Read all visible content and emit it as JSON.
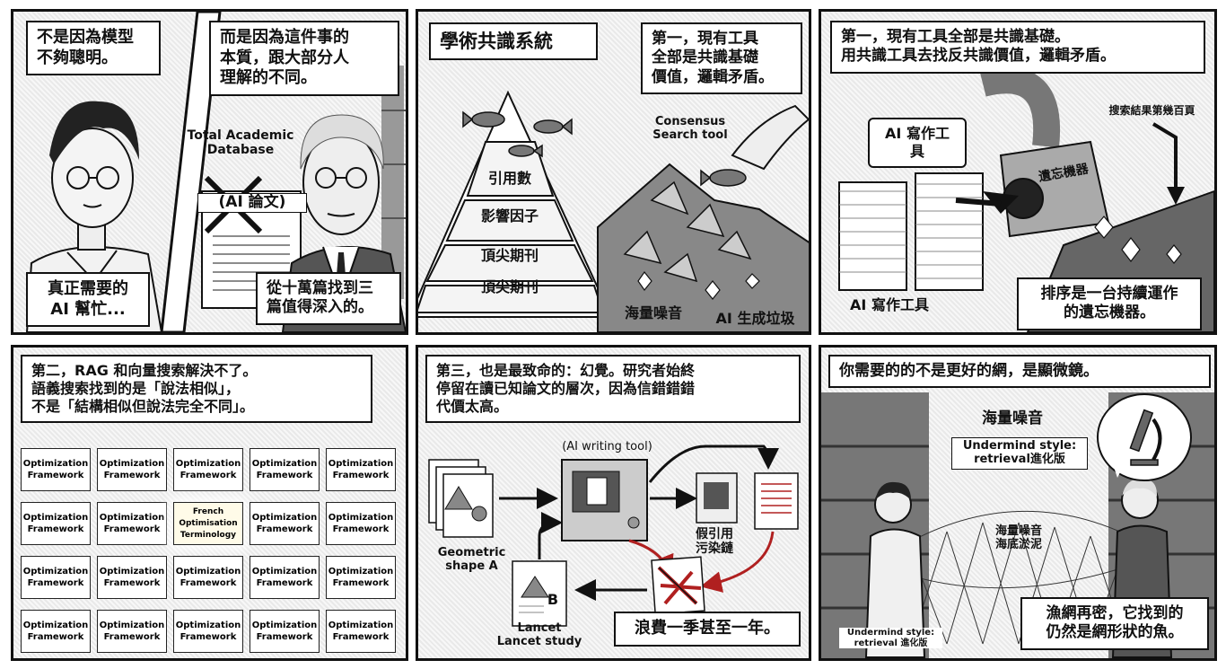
{
  "panel1": {
    "caption_top": "不是因為模型\n不夠聰明。",
    "caption_right": "而是因為這件事的\n本質，跟大部分人\n理解的不同。",
    "db_label": "Total Academic\nDatabase",
    "doc_label": "(AI 論文)",
    "caption_bottom_left": "真正需要的\nAI 幫忙...",
    "caption_bottom_right": "從十萬篇找到三\n篇值得深入的。"
  },
  "panel2": {
    "title": "學術共識系統",
    "caption": "第一，現有工具\n全部是共識基礎\n價值，邏輯矛盾。",
    "tiers": [
      "引用數",
      "影響因子",
      "頂尖期刊",
      "頂尖期刊"
    ],
    "tool_label": "Consensus\nSearch tool",
    "label_noise": "海量噪音",
    "label_garbage": "AI 生成垃圾"
  },
  "panel3": {
    "caption": "第一，現有工具全部是共識基礎。\n用共識工具去找反共識價值，邏輯矛盾。",
    "bubble": "AI 寫作工具",
    "pages_label": "搜索結果第幾百頁",
    "machine_label": "遺忘機器",
    "label_bottom": "AI 寫作工具",
    "caption_bottom": "排序是一台持續運作\n的遺忘機器。"
  },
  "panel4": {
    "caption": "第二，RAG 和向量搜索解決不了。\n語義搜索找到的是「說法相似」，\n不是「結構相似但說法完全不同」。",
    "cell_text": "Optimization\nFramework",
    "center_text": "French\nOptimisation\nTerminology"
  },
  "panel5": {
    "caption": "第三，也是最致命的：幻覺。研究者始終\n停留在讀已知論文的層次，因為信錯錯錯\n代價太高。",
    "tool_label": "(AI writing tool)",
    "shape_a_label": "Geometric\nshape A",
    "fake_label": "假引用\n污染鏈",
    "lancet_label": "Lancet\nLancet study",
    "doc_b": "B",
    "caption_bottom": "浪費一季甚至一年。"
  },
  "panel6": {
    "caption": "你需要的的不是更好的網，是顯微鏡。",
    "noise_label": "海量噪音",
    "style_label": "Undermind style:\nretrieval進化版",
    "net_label": "海量噪音\n海底淤泥",
    "small_label": "Undermind style:\nretrieval 進化版",
    "caption_bottom": "漁網再密，它找到的\n仍然是網形狀的魚。"
  },
  "colors": {
    "ink": "#111111",
    "accent": "#b02020",
    "paper": "#ffffff"
  }
}
